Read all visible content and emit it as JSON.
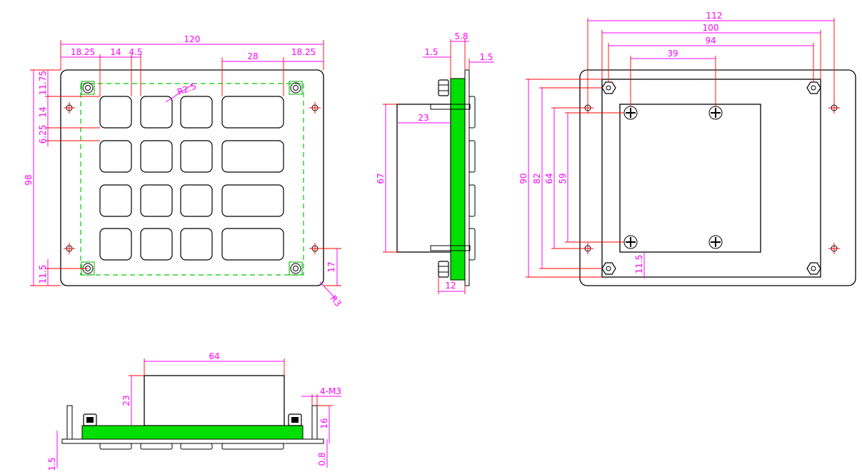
{
  "front_view": {
    "overall_width": "120",
    "left_margin": "18.25",
    "key_width": "14",
    "key_gap": "4.5",
    "wide_key_width": "28",
    "right_margin": "18.25",
    "corner_radius_key": "R2.5",
    "top_margin": "11.75",
    "key_height": "14",
    "row_gap": "6.25",
    "overall_height": "98",
    "bottom_hole_offset": "11.5",
    "bottom_right_offset": "17",
    "corner_radius_plate": "R3"
  },
  "side_view": {
    "thickness_total": "5.8",
    "plate_thickness_left": "1.5",
    "plate_thickness_right": "1.5",
    "module_depth": "23",
    "module_height": "67",
    "stud_length": "12"
  },
  "rear_view": {
    "width_112": "112",
    "width_100": "100",
    "width_94": "94",
    "width_39": "39",
    "height_90": "90",
    "height_82": "82",
    "height_64": "64",
    "height_59": "59",
    "offset_11_5": "11.5"
  },
  "bottom_view": {
    "module_width": "64",
    "module_height": "23",
    "thread_spec": "4-M3",
    "stud_height": "16",
    "plate_thickness": "1.5",
    "pcb_gap": "0.8"
  }
}
